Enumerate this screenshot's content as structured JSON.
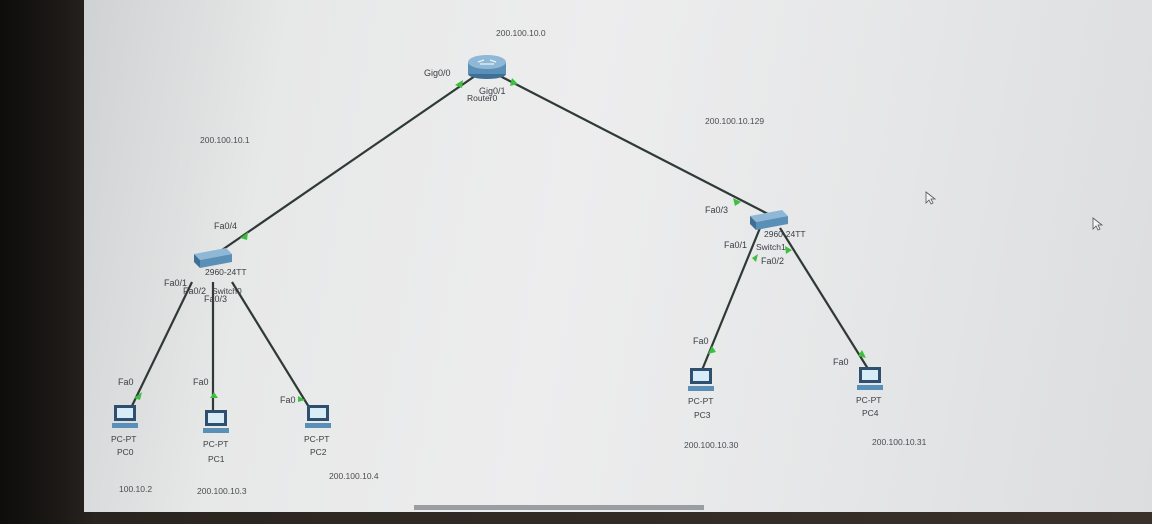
{
  "network": {
    "router": {
      "name": "Router0",
      "ip": "200.100.10.0",
      "port_left": "Gig0/0",
      "port_right": "Gig0/1"
    },
    "switch_left": {
      "model": "2960-24TT",
      "name": "Switch0",
      "ip": "200.100.10.1",
      "uplink": "Fa0/4",
      "ports": [
        "Fa0/1",
        "Fa0/2",
        "Fa0/3"
      ]
    },
    "switch_right": {
      "model": "2960-24TT",
      "name": "Switch1",
      "ip": "200.100.10.129",
      "uplink": "Fa0/3",
      "ports": [
        "Fa0/1",
        "Fa0/2"
      ]
    },
    "pcs": [
      {
        "type": "PC-PT",
        "name": "PC0",
        "port": "Fa0",
        "ip": "100.10.2"
      },
      {
        "type": "PC-PT",
        "name": "PC1",
        "port": "Fa0",
        "ip": "200.100.10.3"
      },
      {
        "type": "PC-PT",
        "name": "PC2",
        "port": "Fa0",
        "ip": "200.100.10.4"
      },
      {
        "type": "PC-PT",
        "name": "PC3",
        "port": "Fa0",
        "ip": "200.100.10.30"
      },
      {
        "type": "PC-PT",
        "name": "PC4",
        "port": "Fa0",
        "ip": "200.100.10.31"
      }
    ]
  },
  "colors": {
    "link": "#2f3a36",
    "port_light": "#3fbf3f",
    "device": "#5a8fb8"
  },
  "icons": [
    "router-icon",
    "switch-icon",
    "pc-icon",
    "cursor-icon"
  ]
}
